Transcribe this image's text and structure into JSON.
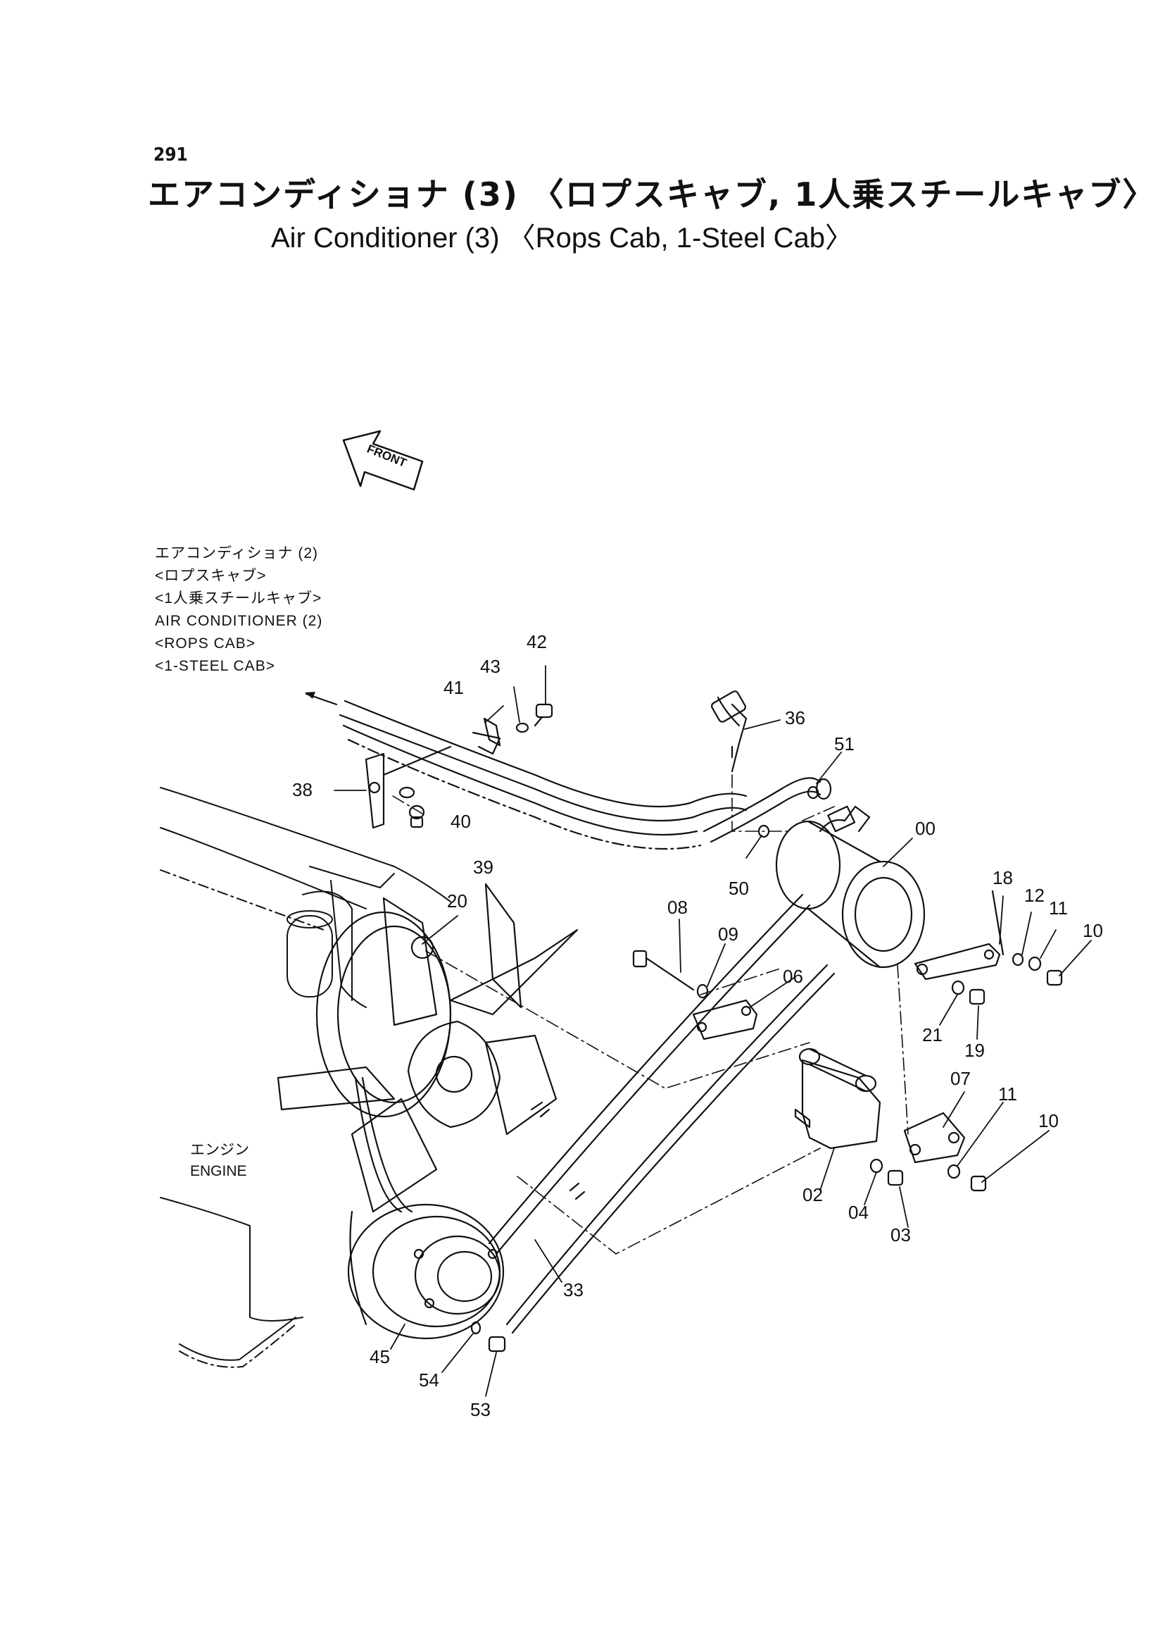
{
  "page_number": "291",
  "title_jp": "エアコンディショナ (3) 〈ロプスキャブ, 1人乗スチールキャブ〉",
  "title_en": "Air Conditioner (3) 〈Rops Cab, 1-Steel Cab〉",
  "reference_lines": [
    "エアコンディショナ (2)",
    "<ロプスキャブ>",
    "<1人乗スチールキャブ>",
    "AIR  CONDITIONER (2)",
    "<ROPS  CAB>",
    "<1-STEEL  CAB>"
  ],
  "engine_label_jp": "エンジン",
  "engine_label_en": "ENGINE",
  "front_label": "FRONT",
  "callouts": {
    "c00": "00",
    "c02": "02",
    "c03": "03",
    "c04": "04",
    "c06": "06",
    "c07": "07",
    "c08": "08",
    "c09": "09",
    "c10a": "10",
    "c10b": "10",
    "c11a": "11",
    "c11b": "11",
    "c12": "12",
    "c18": "18",
    "c19": "19",
    "c20": "20",
    "c21": "21",
    "c33": "33",
    "c36": "36",
    "c38": "38",
    "c39": "39",
    "c40": "40",
    "c41": "41",
    "c42": "42",
    "c43": "43",
    "c45": "45",
    "c50": "50",
    "c51": "51",
    "c53": "53",
    "c54": "54"
  }
}
